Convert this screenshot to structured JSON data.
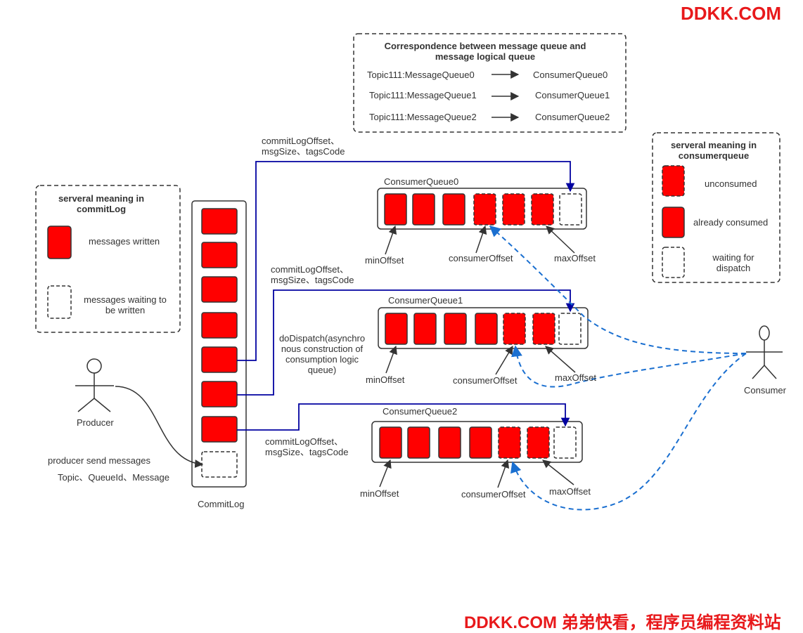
{
  "watermark": {
    "top": "DDKK.COM",
    "bottom": "DDKK.COM 弟弟快看，程序员编程资料站"
  },
  "colors": {
    "message_red": "#ff0000",
    "line_navy": "#0000a0",
    "dash_blue": "#1a6fd0",
    "watermark_red": "#e8191b"
  },
  "legend_mapping": {
    "title": "Correspondence between message queue and message logical queue",
    "rows": [
      {
        "from": "Topic111:MessageQueue0",
        "to": "ConsumerQueue0"
      },
      {
        "from": "Topic111:MessageQueue1",
        "to": "ConsumerQueue1"
      },
      {
        "from": "Topic111:MessageQueue2",
        "to": "ConsumerQueue2"
      }
    ]
  },
  "legend_commitlog": {
    "title": "serveral meaning in commitLog",
    "written": "messages written",
    "waiting": "messages waiting to be written"
  },
  "legend_consumerqueue": {
    "title": "serveral meaning in consumerqueue",
    "unconsumed": "unconsumed",
    "consumed": "already consumed",
    "dispatch": "waiting for dispatch"
  },
  "commitlog": {
    "label": "CommitLog"
  },
  "producer": {
    "label": "Producer",
    "send": "producer send messages",
    "fields": "Topic、QueueId、Message"
  },
  "consumer": {
    "label": "Consumer"
  },
  "dispatch_note": "doDispatch(asynchronous construction of consumption logic queue)",
  "dispatch_lines": [
    "doDispatch(asynchro",
    "nous construction of",
    "consumption logic",
    "queue)"
  ],
  "queues": [
    {
      "name": "ConsumerQueue0",
      "min": "minOffset",
      "consumer": "consumerOffset",
      "max": "maxOffset",
      "payload": [
        "commitLogOffset、",
        "msgSize、tagsCode"
      ]
    },
    {
      "name": "ConsumerQueue1",
      "min": "minOffset",
      "consumer": "consumerOffset",
      "max": "maxOffset",
      "payload": [
        "commitLogOffset、",
        "msgSize、tagsCode"
      ]
    },
    {
      "name": "ConsumerQueue2",
      "min": "minOffset",
      "consumer": "consumerOffset",
      "max": "maxOffset",
      "payload": [
        "commitLogOffset、",
        "msgSize、tagsCode"
      ]
    }
  ]
}
